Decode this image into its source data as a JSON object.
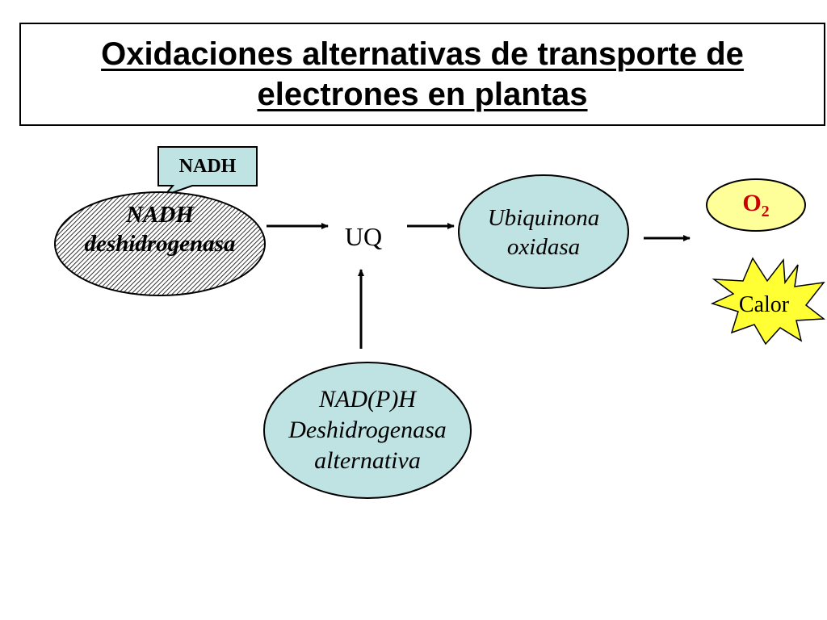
{
  "title": {
    "line1": "Oxidaciones alternativas de transporte de",
    "line2": "electrones en plantas"
  },
  "nodes": {
    "nadh_callout": "NADH",
    "nadh_dh_line1": "NADH",
    "nadh_dh_line2": "deshidrogenasa",
    "uq": "UQ",
    "aox_line1": "Ubiquinona",
    "aox_line2": "oxidasa",
    "o2_main": "O",
    "o2_sub": "2",
    "calor": "Calor",
    "ndh_line1": "NAD(P)H",
    "ndh_line2": "Deshidrogenasa",
    "ndh_line3": "alternativa"
  },
  "colors": {
    "ellipse_fill": "#bfe3e3",
    "o2_fill": "#ffff99",
    "o2_text": "#cc0000",
    "calor_fill": "#ffff33",
    "hatch": "#000000"
  }
}
